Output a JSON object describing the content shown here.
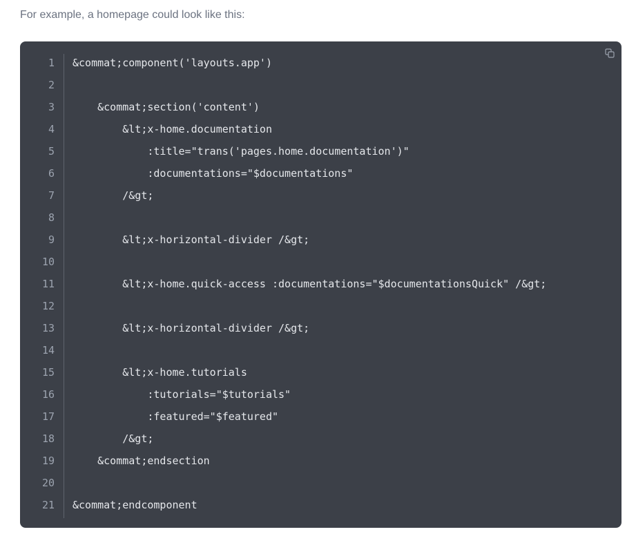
{
  "intro_text": "For example, a homepage could look like this:",
  "code_block": {
    "copy_icon": "copy-icon",
    "lines": [
      {
        "number": "1",
        "text": "&commat;component('layouts.app')"
      },
      {
        "number": "2",
        "text": ""
      },
      {
        "number": "3",
        "text": "    &commat;section('content')"
      },
      {
        "number": "4",
        "text": "        &lt;x-home.documentation"
      },
      {
        "number": "5",
        "text": "            :title=\"trans('pages.home.documentation')\""
      },
      {
        "number": "6",
        "text": "            :documentations=\"$documentations\""
      },
      {
        "number": "7",
        "text": "        /&gt;"
      },
      {
        "number": "8",
        "text": ""
      },
      {
        "number": "9",
        "text": "        &lt;x-horizontal-divider /&gt;"
      },
      {
        "number": "10",
        "text": ""
      },
      {
        "number": "11",
        "text": "        &lt;x-home.quick-access :documentations=\"$documentationsQuick\" /&gt;"
      },
      {
        "number": "12",
        "text": ""
      },
      {
        "number": "13",
        "text": "        &lt;x-horizontal-divider /&gt;"
      },
      {
        "number": "14",
        "text": ""
      },
      {
        "number": "15",
        "text": "        &lt;x-home.tutorials"
      },
      {
        "number": "16",
        "text": "            :tutorials=\"$tutorials\""
      },
      {
        "number": "17",
        "text": "            :featured=\"$featured\""
      },
      {
        "number": "18",
        "text": "        /&gt;"
      },
      {
        "number": "19",
        "text": "    &commat;endsection"
      },
      {
        "number": "20",
        "text": ""
      },
      {
        "number": "21",
        "text": "&commat;endcomponent"
      }
    ]
  }
}
